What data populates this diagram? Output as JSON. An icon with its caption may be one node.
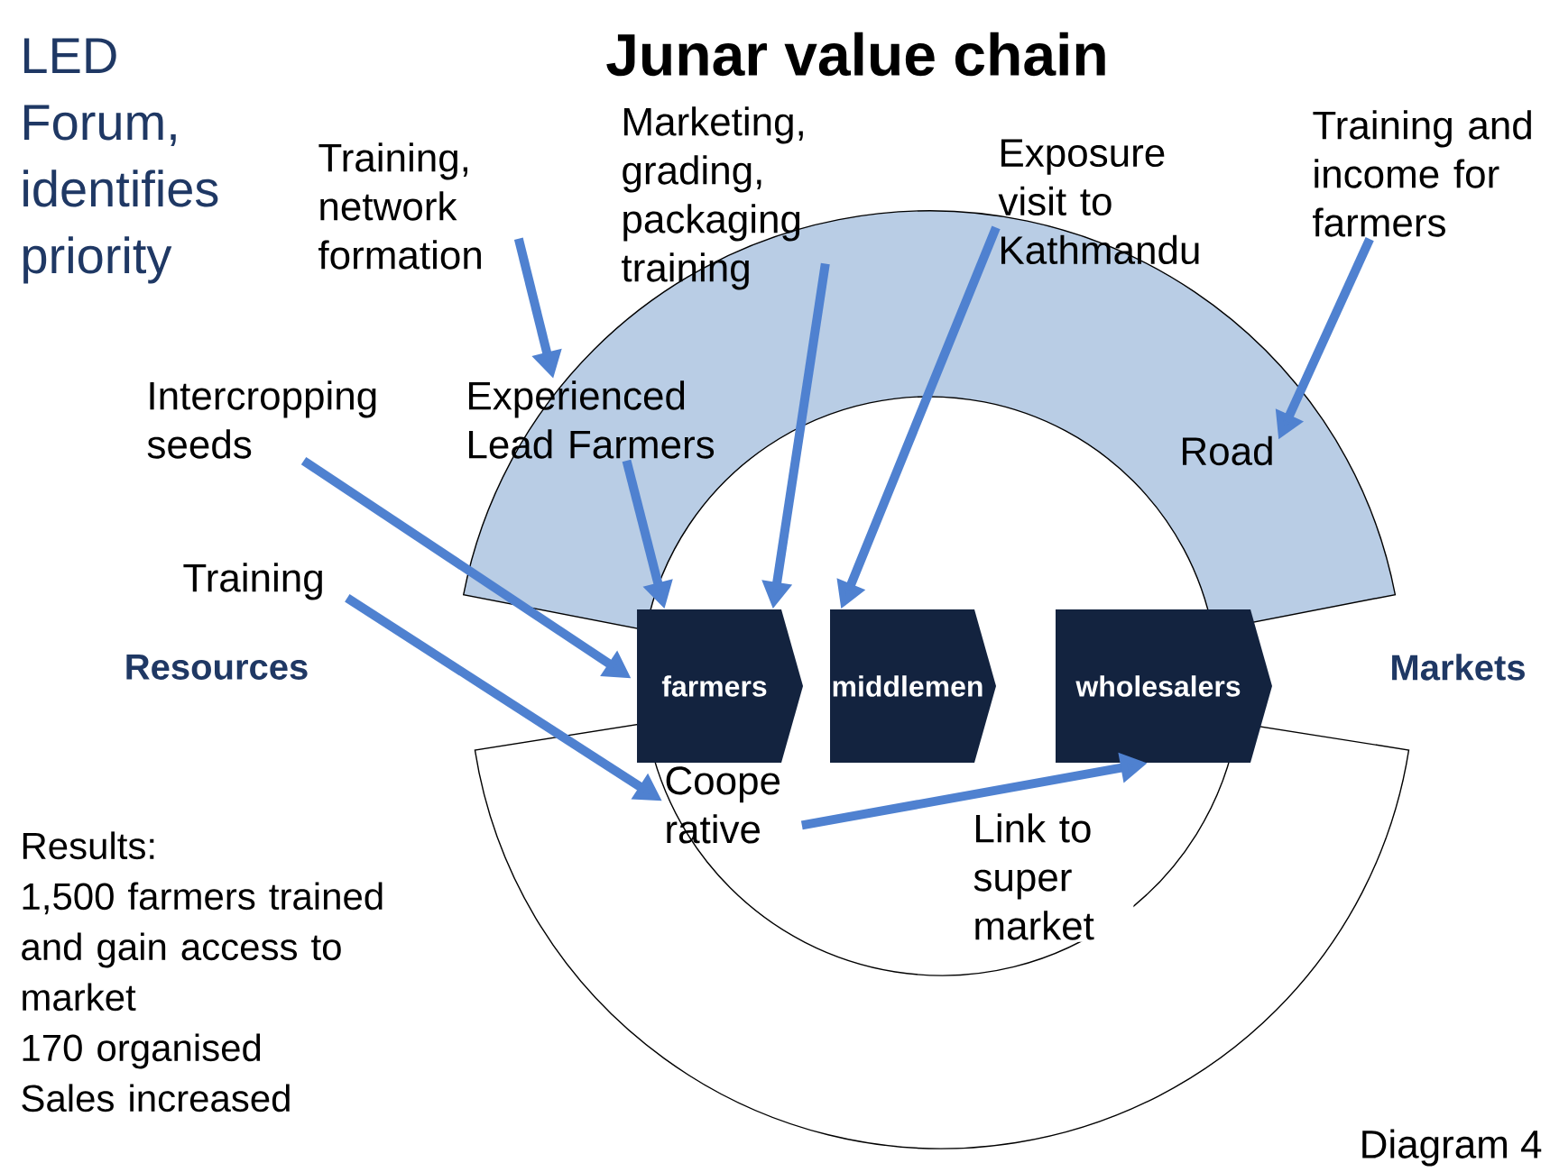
{
  "diagram": {
    "title": "Junar value chain",
    "nodes": [
      {
        "text": [
          "Training, network formation"
        ]
      },
      {
        "text": [
          "Marketing, grading, packaging training"
        ]
      },
      {
        "text": [
          "Exposure visit to Kathmandu"
        ]
      },
      {
        "text": [
          "Training and income for farmers"
        ]
      },
      {
        "text": [
          "Road"
        ]
      },
      {
        "text": [
          "Intercropping seeds"
        ]
      },
      {
        "text": [
          "Experienced Lead Farmers"
        ]
      },
      {
        "text": [
          "Training"
        ]
      },
      {
        "text": [
          "farmers"
        ]
      },
      {
        "text": [
          "middlemen"
        ]
      },
      {
        "text": [
          "wholesalers"
        ]
      },
      {
        "text": [
          "Coope rative"
        ]
      }
    ],
    "edges": [
      {
        "from": 0,
        "to": 6,
        "arrow": "to"
      },
      {
        "from": 1,
        "to": 8,
        "arrow": "to"
      },
      {
        "from": 2,
        "to": 9,
        "arrow": "to"
      },
      {
        "from": 3,
        "to": 4,
        "arrow": "to"
      },
      {
        "from": 5,
        "to": 8,
        "arrow": "to"
      },
      {
        "from": 6,
        "to": 8,
        "arrow": "to"
      },
      {
        "from": 7,
        "to": 11,
        "arrow": "to"
      },
      {
        "from": 11,
        "to": 10,
        "arrow": "to",
        "label": "Link to super market"
      }
    ],
    "labels": [
      "LED Forum, identifies priority",
      "Resources",
      "Markets",
      "Results:",
      "1,500 farmers trained and gain access to market",
      "170 organised",
      "Sales increased",
      "Diagram 4"
    ]
  }
}
